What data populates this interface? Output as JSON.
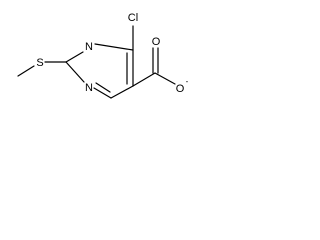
{
  "molecule": {
    "atoms": {
      "chlorine": "Cl",
      "nitrogen_upper": "N",
      "nitrogen_lower": "N",
      "sulfur": "S",
      "oxygen_carbonyl": "O",
      "oxygen_anion": "O",
      "anion_charge": "-"
    }
  }
}
